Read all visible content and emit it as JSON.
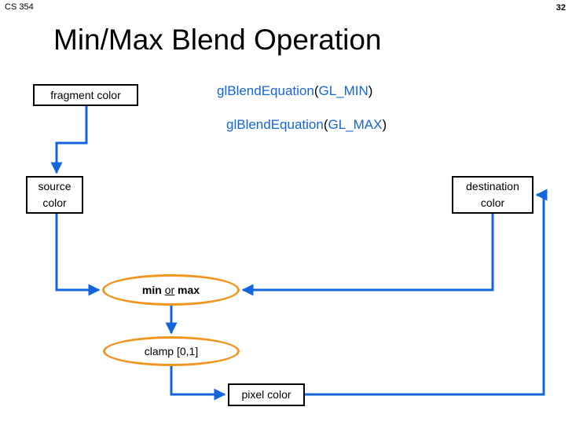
{
  "slide": {
    "course": "CS 354",
    "page_number": "32",
    "title": "Min/Max Blend Operation"
  },
  "code": {
    "line1": {
      "func": "glBlendEquation",
      "open": "(",
      "arg": "GL_MIN",
      "close": ")"
    },
    "line2": {
      "func": "glBlendEquation",
      "open": "(",
      "arg": "GL_MAX",
      "close": ")"
    }
  },
  "nodes": {
    "fragment": "fragment color",
    "source_line1": "source",
    "source_line2": "color",
    "destination_line1": "destination",
    "destination_line2": "color",
    "op_min": "min",
    "op_or": "or",
    "op_max": "max",
    "clamp": "clamp [0,1]",
    "pixel": "pixel color"
  },
  "colors": {
    "arrow": "#1464dc",
    "oval_border": "#f0961e",
    "code_blue": "#1464dc"
  }
}
